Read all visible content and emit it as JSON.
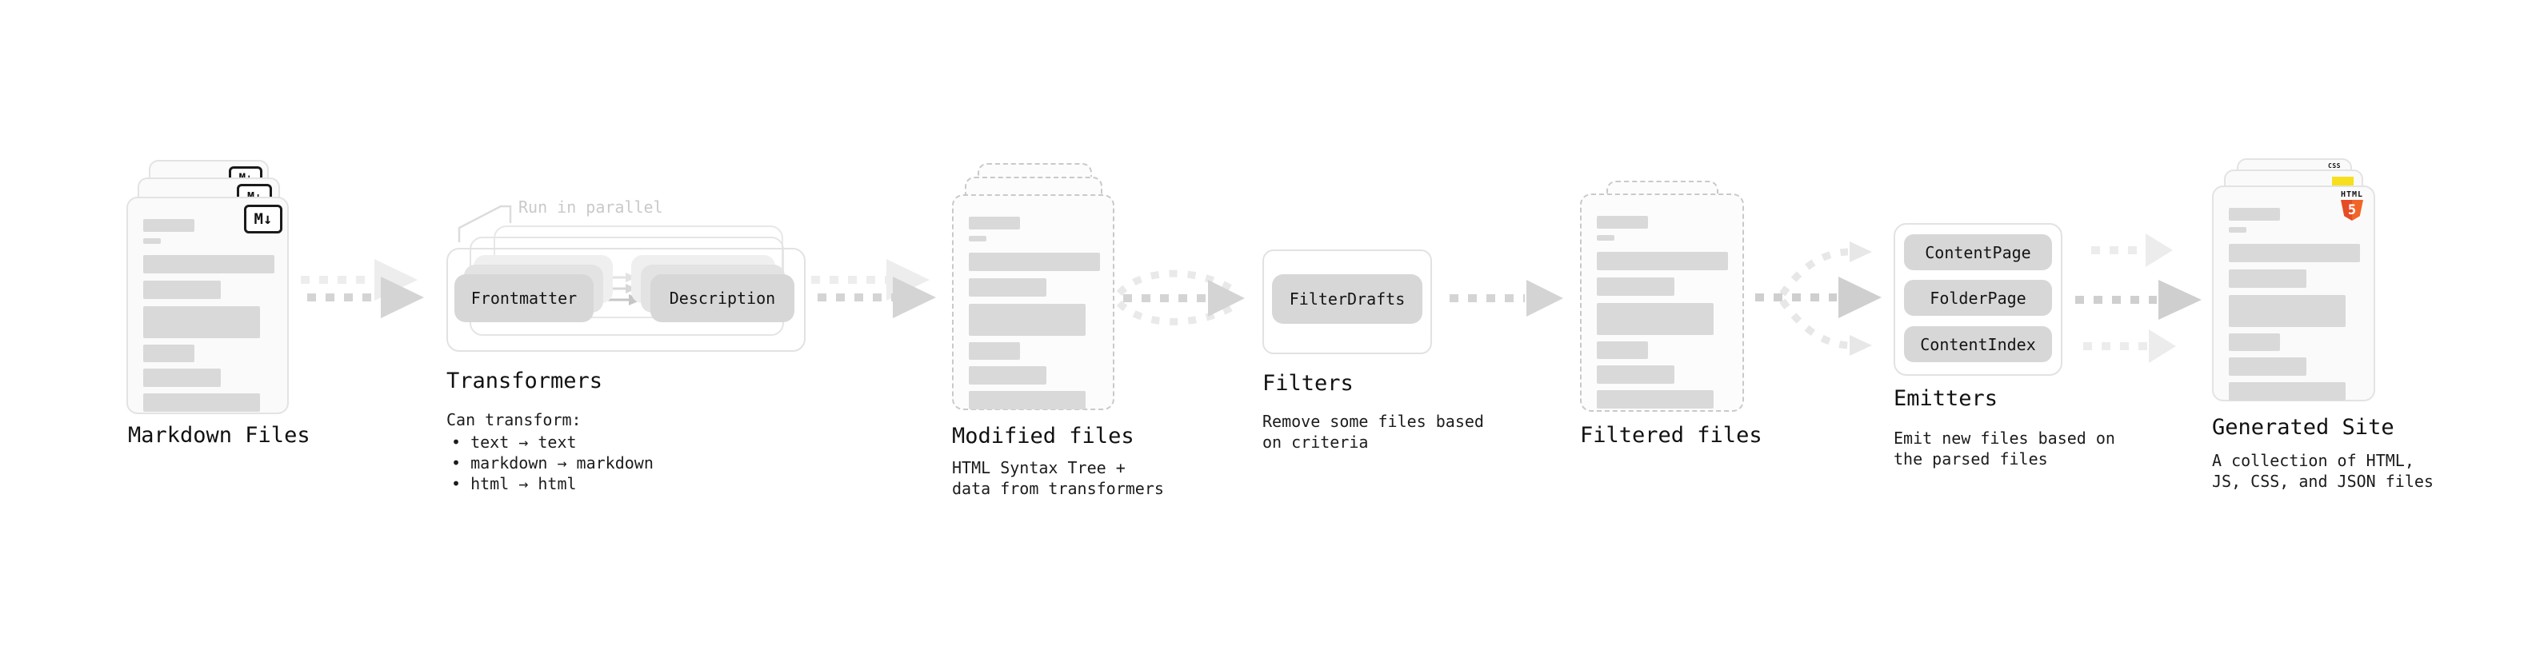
{
  "diagram": {
    "markdown": {
      "label": "Markdown Files",
      "icon": "M↓"
    },
    "transformers": {
      "label": "Transformers",
      "parallel_note": "Run in parallel",
      "chip_frontmatter": "Frontmatter",
      "chip_description": "Description",
      "desc_title": "Can transform:",
      "bullet_1": "• text → text",
      "bullet_2": "• markdown → markdown",
      "bullet_3": "• html → html"
    },
    "modified": {
      "label": "Modified files",
      "desc": "HTML Syntax Tree +\ndata from transformers"
    },
    "filters": {
      "label": "Filters",
      "chip": "FilterDrafts",
      "desc": "Remove some files based\non criteria"
    },
    "filtered": {
      "label": "Filtered files"
    },
    "emitters": {
      "label": "Emitters",
      "chip_1": "ContentPage",
      "chip_2": "FolderPage",
      "chip_3": "ContentIndex",
      "desc": "Emit new files based on\nthe parsed files"
    },
    "generated": {
      "label": "Generated Site",
      "desc": "A collection of HTML,\nJS, CSS, and JSON files",
      "html5_word": "HTML",
      "html5_five": "5",
      "css_word": "CSS"
    }
  },
  "colors": {
    "html5_orange": "#e44d26",
    "js_yellow": "#f7df1e",
    "css_blue": "#2965f1",
    "bar_gray": "#d9d9d9",
    "chip_gray": "#d7d7d7",
    "arrow_gray": "#d4d4d4"
  }
}
